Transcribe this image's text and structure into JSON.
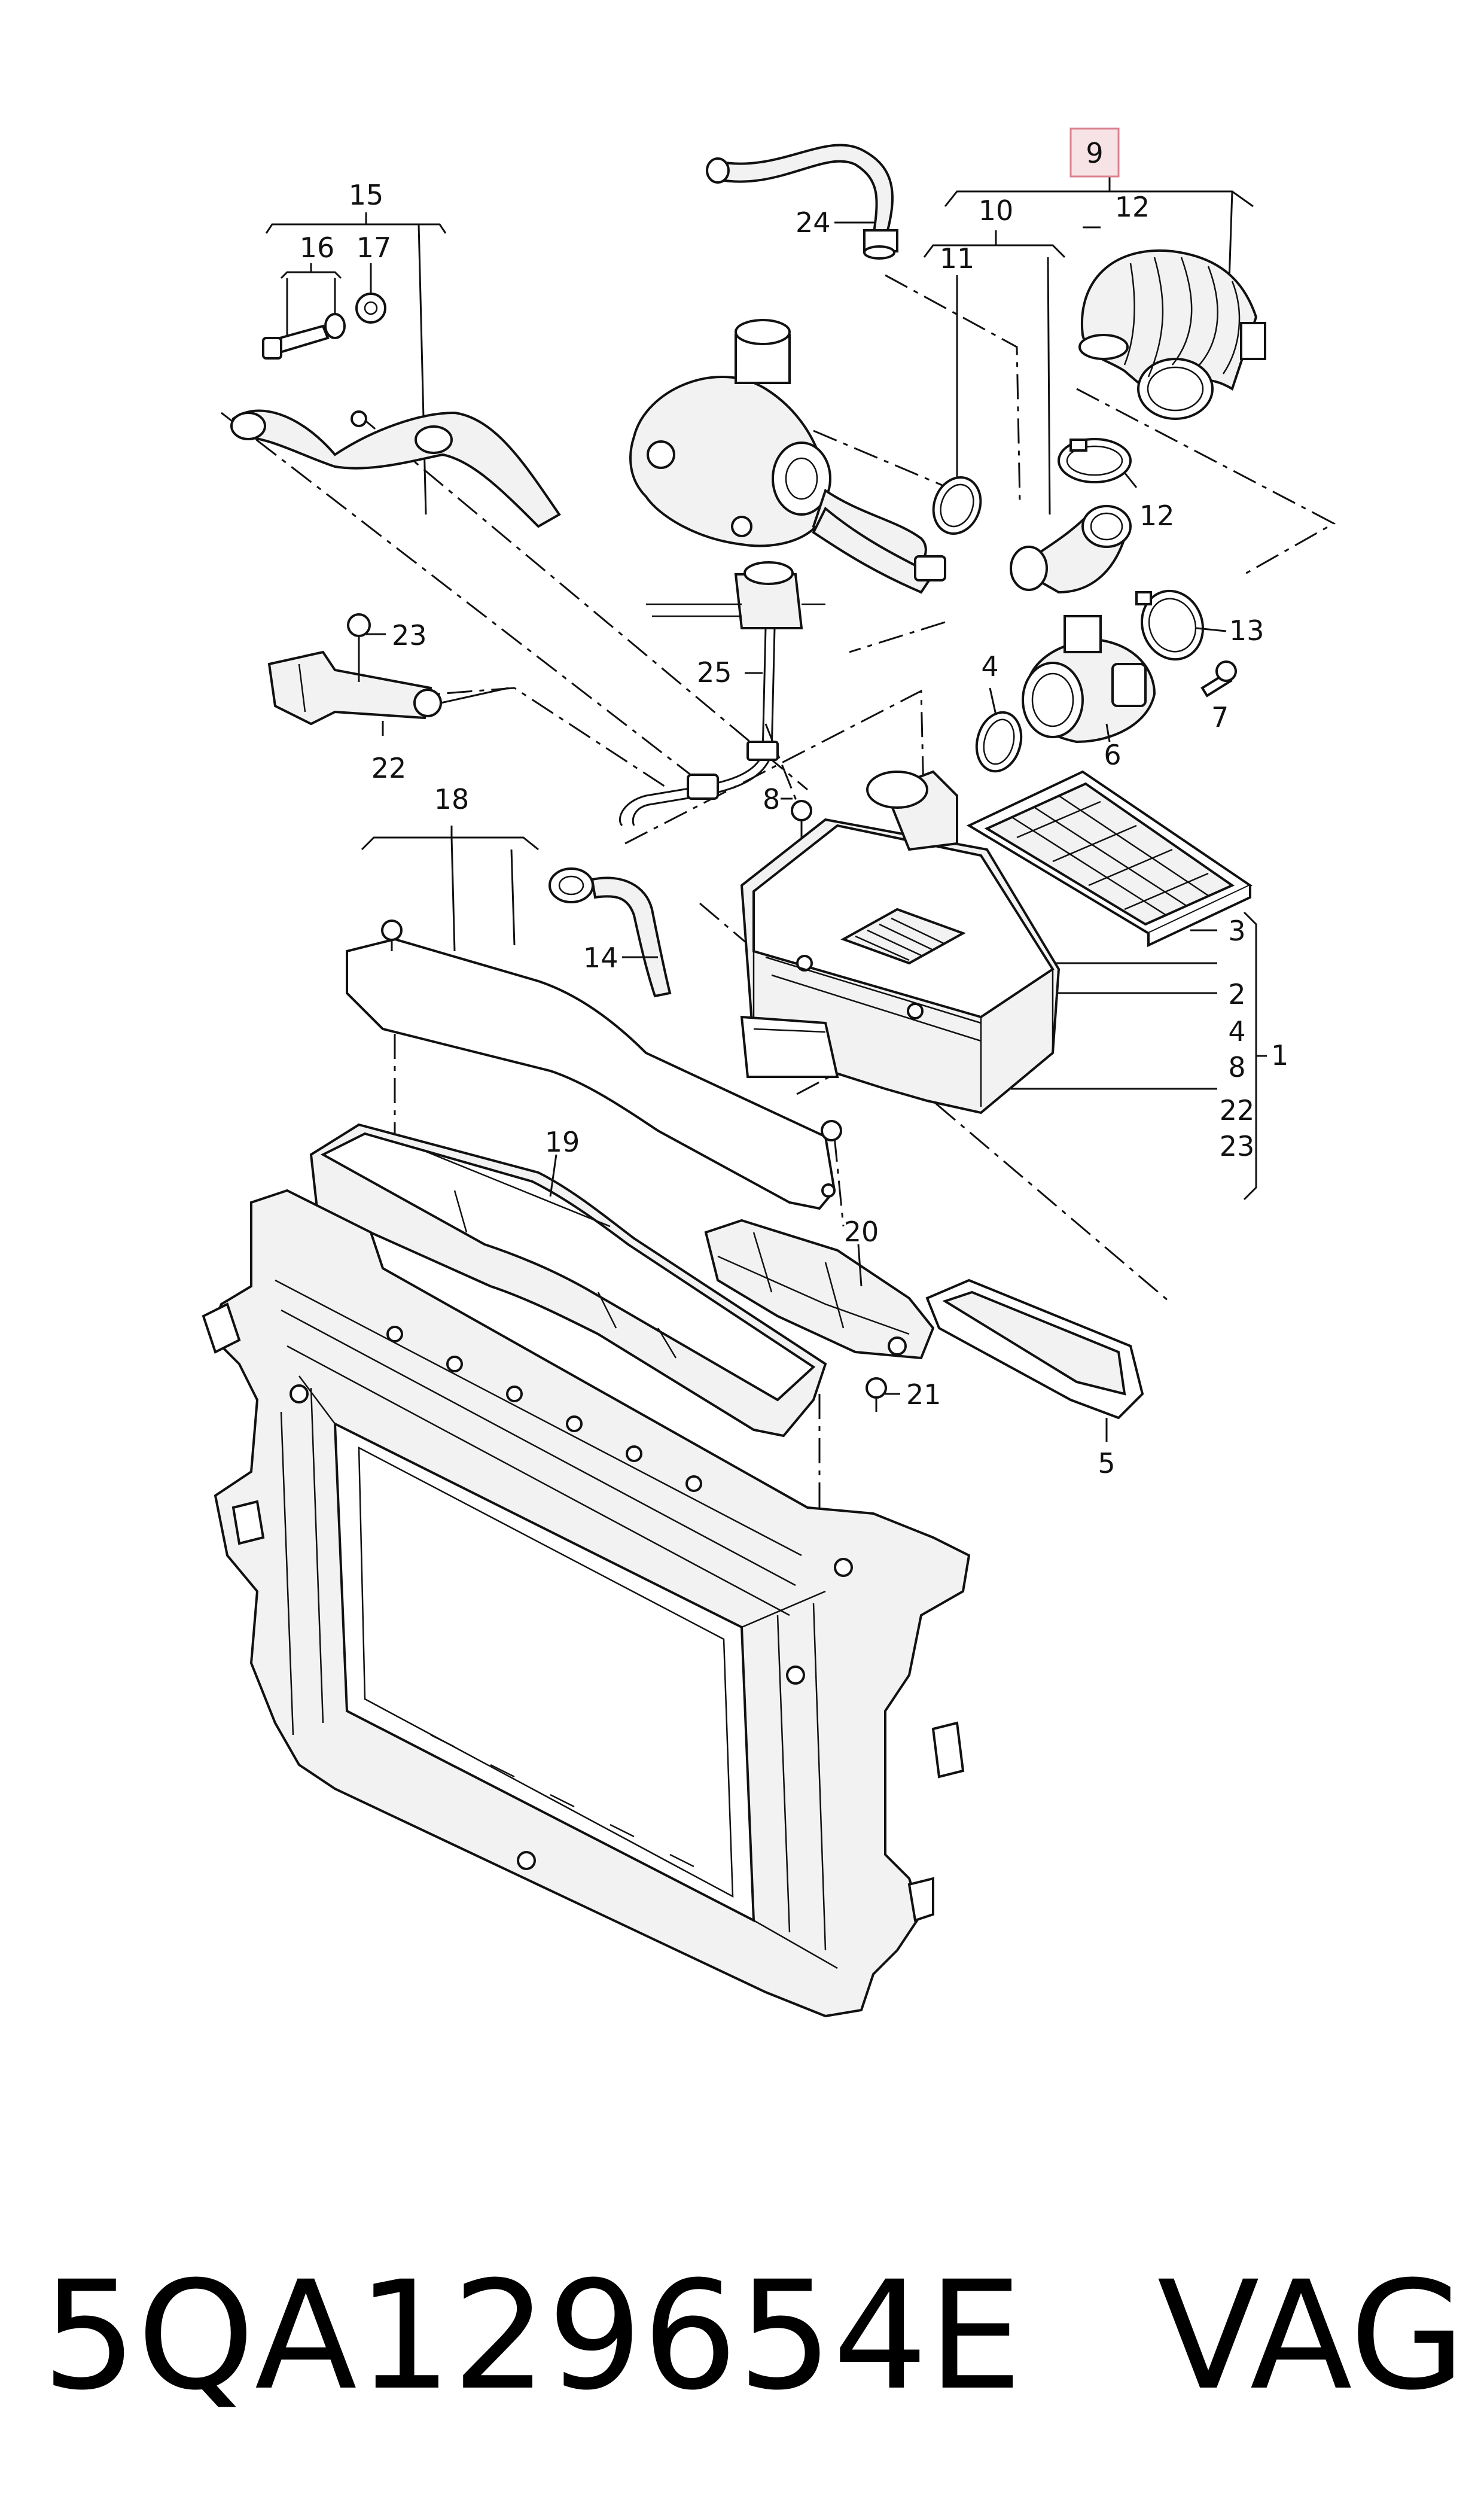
{
  "diagram": {
    "highlighted_label": "9",
    "labels": [
      "15",
      "16",
      "17",
      "24",
      "10",
      "11",
      "12",
      "12",
      "13",
      "7",
      "6",
      "4",
      "23",
      "25",
      "22",
      "8",
      "18",
      "14",
      "3",
      "2",
      "4",
      "8",
      "1",
      "22",
      "23",
      "19",
      "20",
      "21",
      "5"
    ]
  },
  "footer": {
    "part_number": "5QA129654E",
    "brand": "VAG"
  },
  "colors": {
    "highlight_fill": "#f7e3e6",
    "highlight_border": "#d9828f",
    "ink": "#111111"
  }
}
